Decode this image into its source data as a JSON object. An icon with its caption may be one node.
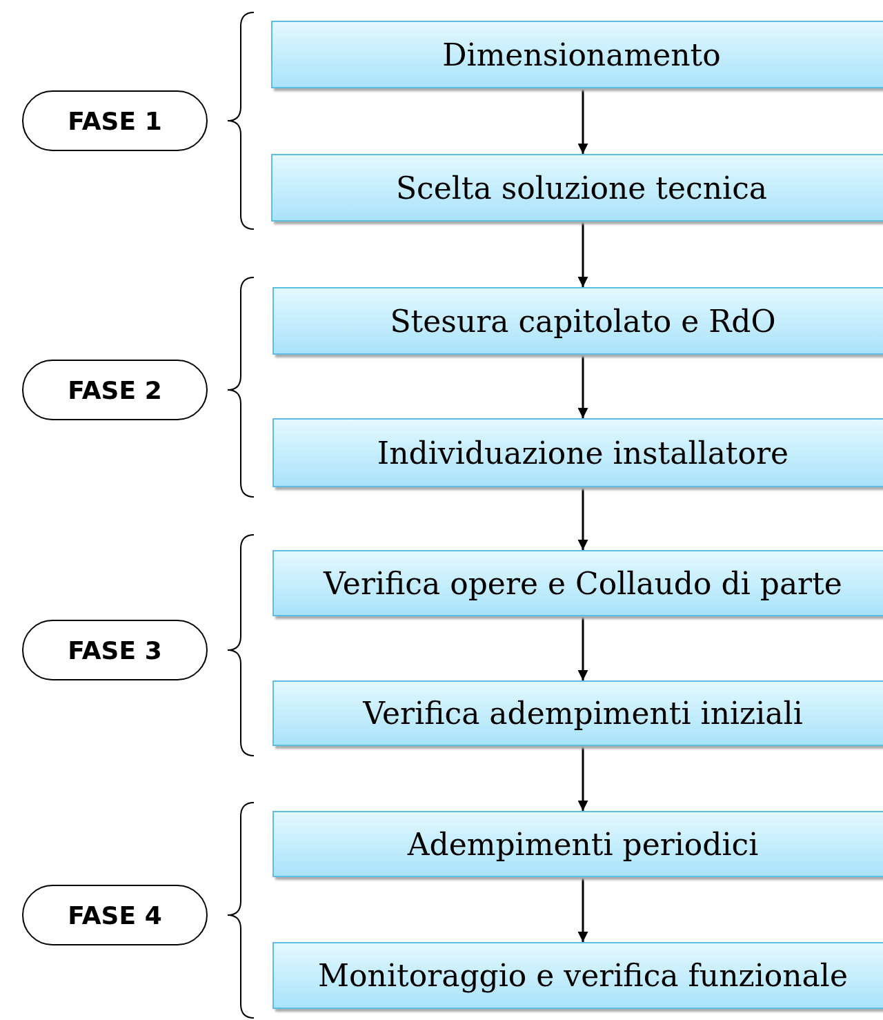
{
  "diagram": {
    "nodes": [
      {
        "text": [
          "FASE 1"
        ]
      },
      {
        "text": [
          "Dimensionamento"
        ]
      },
      {
        "text": [
          "Scelta soluzione tecnica"
        ]
      },
      {
        "text": [
          "FASE 2"
        ]
      },
      {
        "text": [
          "Stesura capitolato e RdO"
        ]
      },
      {
        "text": [
          "Individuazione installatore"
        ]
      },
      {
        "text": [
          "FASE 3"
        ]
      },
      {
        "text": [
          "Verifica opere e Collaudo di parte"
        ]
      },
      {
        "text": [
          "Verifica adempimenti iniziali"
        ]
      },
      {
        "text": [
          "FASE 4"
        ]
      },
      {
        "text": [
          "Adempimenti periodici"
        ]
      },
      {
        "text": [
          "Monitoraggio e verifica funzionale"
        ]
      }
    ],
    "edges": [
      {
        "from": 1,
        "to": 2,
        "arrow": "to"
      },
      {
        "from": 2,
        "to": 4,
        "arrow": "to"
      },
      {
        "from": 4,
        "to": 5,
        "arrow": "to"
      },
      {
        "from": 5,
        "to": 7,
        "arrow": "to"
      },
      {
        "from": 7,
        "to": 8,
        "arrow": "to"
      },
      {
        "from": 8,
        "to": 10,
        "arrow": "to"
      },
      {
        "from": 10,
        "to": 11,
        "arrow": "to"
      }
    ]
  }
}
